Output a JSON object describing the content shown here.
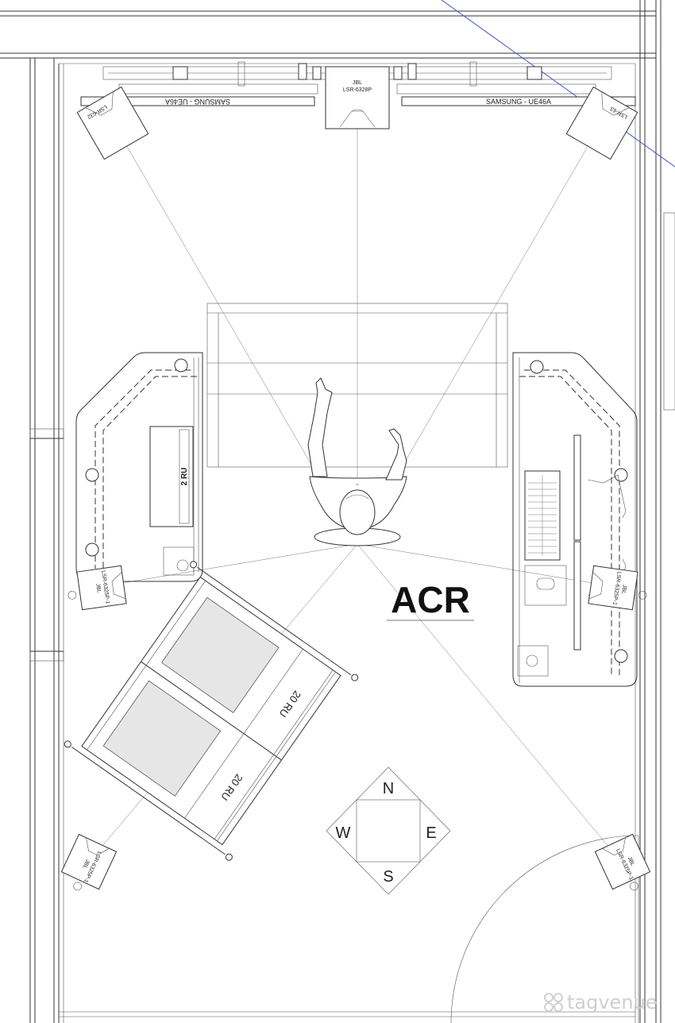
{
  "room": {
    "label": "ACR"
  },
  "displays": [
    {
      "label": "SAMSUNG - UE46A",
      "side": "left"
    },
    {
      "label": "SAMSUNG - UE46A",
      "side": "right"
    }
  ],
  "center_speaker": {
    "brand": "JBL",
    "model": "LSR-6328P"
  },
  "speakers": {
    "front_left": "LSR-632",
    "front_right": "LSR-63",
    "side_left": {
      "brand": "JBL",
      "model": "LSR-6325P-1"
    },
    "side_right": {
      "brand": "JBL",
      "model": "LSR-6325P-1"
    },
    "rear_left": {
      "brand": "JBL",
      "model": "LSR-6325P-1"
    },
    "rear_right": {
      "brand": "JBL",
      "model": "LSR-6325P-1"
    }
  },
  "racks": {
    "desk_rack": "2 RU",
    "rack_a": "20 RU",
    "rack_b": "20 RU"
  },
  "compass": {
    "n": "N",
    "s": "S",
    "e": "E",
    "w": "W"
  },
  "watermark": "tagvenue"
}
